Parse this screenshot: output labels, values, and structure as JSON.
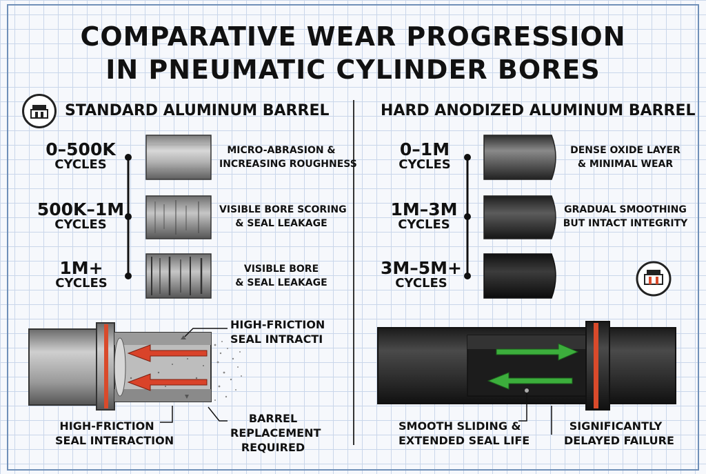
{
  "title": {
    "line1": "COMPARATIVE WEAR PROGRESSION",
    "line2": "IN PNEUMATIC CYLINDER BORES"
  },
  "left": {
    "heading": "STANDARD ALUMINUM BARREL",
    "stages": [
      {
        "range": "0–500K",
        "unit": "CYCLES",
        "desc1": "MICRO-ABRASION &",
        "desc2": "INCREASING ROUGHNESS"
      },
      {
        "range": "500K–1M",
        "unit": "CYCLES",
        "desc1": "VISIBLE BORE SCORING",
        "desc2": "& SEAL LEAKAGE"
      },
      {
        "range": "1M+",
        "unit": "CYCLES",
        "desc1": "VISIBLE BORE",
        "desc2": "& SEAL LEAKAGE"
      }
    ],
    "callouts": {
      "top1": "HIGH-FRICTION",
      "top2": "SEAL INTRACTI",
      "bottom_left1": "HIGH-FRICTION",
      "bottom_left2": "SEAL INTERACTION",
      "bottom_right1": "BARREL",
      "bottom_right2": "REPLACEMENT",
      "bottom_right3": "REQUIRED"
    }
  },
  "right": {
    "heading": "HARD ANODIZED ALUMINUM BARREL",
    "stages": [
      {
        "range": "0–1M",
        "unit": "CYCLES",
        "desc1": "DENSE OXIDE LAYER",
        "desc2": "& MINIMAL WEAR"
      },
      {
        "range": "1M–3M",
        "unit": "CYCLES",
        "desc1": "GRADUAL SMOOTHING",
        "desc2": "BUT INTACT INTEGRITY"
      },
      {
        "range": "3M–5M+",
        "unit": "CYCLES",
        "desc1": "",
        "desc2": ""
      }
    ],
    "callouts": {
      "bottom_left1": "SMOOTH SLIDING &",
      "bottom_left2": "EXTENDED SEAL LIFE",
      "bottom_right1": "SIGNIFICANTLY",
      "bottom_right2": "DELAYED FAILURE"
    }
  },
  "colors": {
    "seal_red": "#d94a2b",
    "arrow_red": "#d9432a",
    "arrow_green": "#3cae3c",
    "grid": "#c9d6ea"
  },
  "icons": [
    "piston-icon",
    "piston-red-icon"
  ]
}
